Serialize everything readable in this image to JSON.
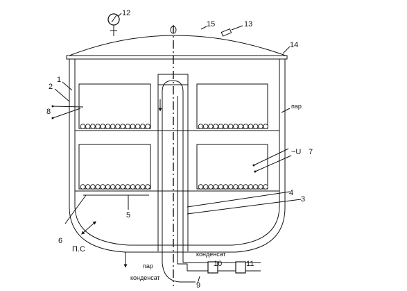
{
  "labels": {
    "n1": "1",
    "n2": "2",
    "n3": "3",
    "n4": "4",
    "n5": "5",
    "n6": "6",
    "n7": "7",
    "n8": "8",
    "n9": "9",
    "n10": "10",
    "n11": "11",
    "n12": "12",
    "n13": "13",
    "n14": "14",
    "n15": "15",
    "steam_right": "пар",
    "steam_bottom": "пар",
    "condensate_bottom": "конденсат",
    "condensate_pipe": "конденсат",
    "ps": "П.С",
    "voltage": "~U"
  },
  "colors": {
    "ink": "#111111",
    "background": "#ffffff"
  },
  "icons": {
    "pressure_gauge": "pressure-gauge-icon",
    "valve": "valve-icon",
    "flow_arrow": "down-arrow-icon"
  }
}
